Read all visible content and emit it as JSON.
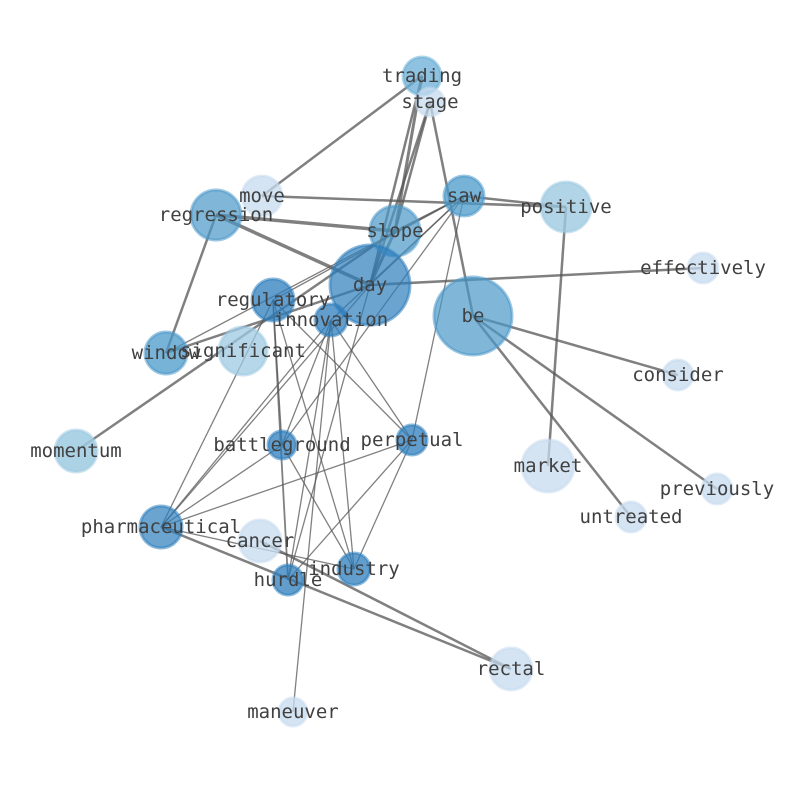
{
  "graph": {
    "nodes": [
      {
        "id": "trading",
        "label": "trading",
        "color": "#6aaed6",
        "size": 38,
        "fill_opacity": 0.75
      },
      {
        "id": "stage",
        "label": "stage",
        "color": "#c6dbef",
        "size": 28,
        "fill_opacity": 0.75
      },
      {
        "id": "saw",
        "label": "saw",
        "color": "#4a98c9",
        "size": 40,
        "fill_opacity": 0.75
      },
      {
        "id": "positive",
        "label": "positive",
        "color": "#9ecae1",
        "size": 50,
        "fill_opacity": 0.8
      },
      {
        "id": "move",
        "label": "move",
        "color": "#c6dbef",
        "size": 40,
        "fill_opacity": 0.75
      },
      {
        "id": "regression",
        "label": "regression",
        "color": "#4a98c9",
        "size": 50,
        "fill_opacity": 0.7
      },
      {
        "id": "slope",
        "label": "slope",
        "color": "#4a98c9",
        "size": 50,
        "fill_opacity": 0.7
      },
      {
        "id": "effectively",
        "label": "effectively",
        "color": "#c6dbef",
        "size": 30,
        "fill_opacity": 0.75
      },
      {
        "id": "day",
        "label": "day",
        "color": "#2e7ebc",
        "size": 80,
        "fill_opacity": 0.7
      },
      {
        "id": "regulatory",
        "label": "regulatory",
        "color": "#2e7ebc",
        "size": 42,
        "fill_opacity": 0.75
      },
      {
        "id": "innovation",
        "label": "innovation",
        "color": "#2e7ebc",
        "size": 32,
        "fill_opacity": 0.75
      },
      {
        "id": "be",
        "label": "be",
        "color": "#4a98c9",
        "size": 78,
        "fill_opacity": 0.7
      },
      {
        "id": "window",
        "label": "window",
        "color": "#4a98c9",
        "size": 42,
        "fill_opacity": 0.75
      },
      {
        "id": "significant",
        "label": "significant",
        "color": "#9ecae1",
        "size": 48,
        "fill_opacity": 0.75
      },
      {
        "id": "consider",
        "label": "consider",
        "color": "#c6dbef",
        "size": 30,
        "fill_opacity": 0.75
      },
      {
        "id": "momentum",
        "label": "momentum",
        "color": "#9ecae1",
        "size": 42,
        "fill_opacity": 0.85
      },
      {
        "id": "battleground",
        "label": "battleground",
        "color": "#2e7ebc",
        "size": 28,
        "fill_opacity": 0.75
      },
      {
        "id": "perpetual",
        "label": "perpetual",
        "color": "#2e7ebc",
        "size": 30,
        "fill_opacity": 0.75
      },
      {
        "id": "market",
        "label": "market",
        "color": "#c6dbef",
        "size": 52,
        "fill_opacity": 0.75
      },
      {
        "id": "previously",
        "label": "previously",
        "color": "#c6dbef",
        "size": 30,
        "fill_opacity": 0.75
      },
      {
        "id": "untreated",
        "label": "untreated",
        "color": "#c6dbef",
        "size": 30,
        "fill_opacity": 0.75
      },
      {
        "id": "pharmaceutical",
        "label": "pharmaceutical",
        "color": "#2e7ebc",
        "size": 42,
        "fill_opacity": 0.7
      },
      {
        "id": "cancer",
        "label": "cancer",
        "color": "#c6dbef",
        "size": 42,
        "fill_opacity": 0.75
      },
      {
        "id": "industry",
        "label": "industry",
        "color": "#2e7ebc",
        "size": 32,
        "fill_opacity": 0.75
      },
      {
        "id": "hurdle",
        "label": "hurdle",
        "color": "#2e7ebc",
        "size": 30,
        "fill_opacity": 0.75
      },
      {
        "id": "rectal",
        "label": "rectal",
        "color": "#c6dbef",
        "size": 42,
        "fill_opacity": 0.75
      },
      {
        "id": "maneuver",
        "label": "maneuver",
        "color": "#c6dbef",
        "size": 28,
        "fill_opacity": 0.75
      }
    ],
    "edges": [
      {
        "source": "trading",
        "target": "move",
        "weight": 2.5
      },
      {
        "source": "trading",
        "target": "slope",
        "weight": 3
      },
      {
        "source": "trading",
        "target": "day",
        "weight": 2.5
      },
      {
        "source": "stage",
        "target": "slope",
        "weight": 2.5
      },
      {
        "source": "stage",
        "target": "be",
        "weight": 2.5
      },
      {
        "source": "stage",
        "target": "day",
        "weight": 2.5
      },
      {
        "source": "move",
        "target": "positive",
        "weight": 2.5
      },
      {
        "source": "saw",
        "target": "positive",
        "weight": 2.5
      },
      {
        "source": "saw",
        "target": "day",
        "weight": 1.3
      },
      {
        "source": "saw",
        "target": "slope",
        "weight": 1.3
      },
      {
        "source": "saw",
        "target": "innovation",
        "weight": 1.3
      },
      {
        "source": "saw",
        "target": "regulatory",
        "weight": 1.3
      },
      {
        "source": "saw",
        "target": "window",
        "weight": 1.3
      },
      {
        "source": "saw",
        "target": "battleground",
        "weight": 1.3
      },
      {
        "source": "saw",
        "target": "perpetual",
        "weight": 1.3
      },
      {
        "source": "regression",
        "target": "slope",
        "weight": 3.5
      },
      {
        "source": "regression",
        "target": "day",
        "weight": 3.5
      },
      {
        "source": "regression",
        "target": "window",
        "weight": 2.5
      },
      {
        "source": "slope",
        "target": "day",
        "weight": 3
      },
      {
        "source": "slope",
        "target": "momentum",
        "weight": 2.5
      },
      {
        "source": "day",
        "target": "effectively",
        "weight": 2.5
      },
      {
        "source": "day",
        "target": "window",
        "weight": 2.5
      },
      {
        "source": "day",
        "target": "pharmaceutical",
        "weight": 1.3
      },
      {
        "source": "day",
        "target": "hurdle",
        "weight": 1.3
      },
      {
        "source": "regulatory",
        "target": "battleground",
        "weight": 1.3
      },
      {
        "source": "regulatory",
        "target": "industry",
        "weight": 1.3
      },
      {
        "source": "regulatory",
        "target": "hurdle",
        "weight": 1.8
      },
      {
        "source": "regulatory",
        "target": "pharmaceutical",
        "weight": 1.3
      },
      {
        "source": "regulatory",
        "target": "perpetual",
        "weight": 1.3
      },
      {
        "source": "innovation",
        "target": "battleground",
        "weight": 1.3
      },
      {
        "source": "innovation",
        "target": "industry",
        "weight": 1.3
      },
      {
        "source": "innovation",
        "target": "pharmaceutical",
        "weight": 1.3
      },
      {
        "source": "innovation",
        "target": "perpetual",
        "weight": 1.3
      },
      {
        "source": "innovation",
        "target": "maneuver",
        "weight": 1.3
      },
      {
        "source": "innovation",
        "target": "hurdle",
        "weight": 1.3
      },
      {
        "source": "be",
        "target": "consider",
        "weight": 2.5
      },
      {
        "source": "be",
        "target": "previously",
        "weight": 2.5
      },
      {
        "source": "be",
        "target": "untreated",
        "weight": 2.5
      },
      {
        "source": "positive",
        "target": "market",
        "weight": 2.5
      },
      {
        "source": "battleground",
        "target": "industry",
        "weight": 1.3
      },
      {
        "source": "battleground",
        "target": "pharmaceutical",
        "weight": 1.3
      },
      {
        "source": "perpetual",
        "target": "pharmaceutical",
        "weight": 1.3
      },
      {
        "source": "perpetual",
        "target": "industry",
        "weight": 1.3
      },
      {
        "source": "perpetual",
        "target": "hurdle",
        "weight": 1.3
      },
      {
        "source": "pharmaceutical",
        "target": "industry",
        "weight": 1.3
      },
      {
        "source": "pharmaceutical",
        "target": "rectal",
        "weight": 2.5
      },
      {
        "source": "cancer",
        "target": "rectal",
        "weight": 2.5
      }
    ]
  }
}
